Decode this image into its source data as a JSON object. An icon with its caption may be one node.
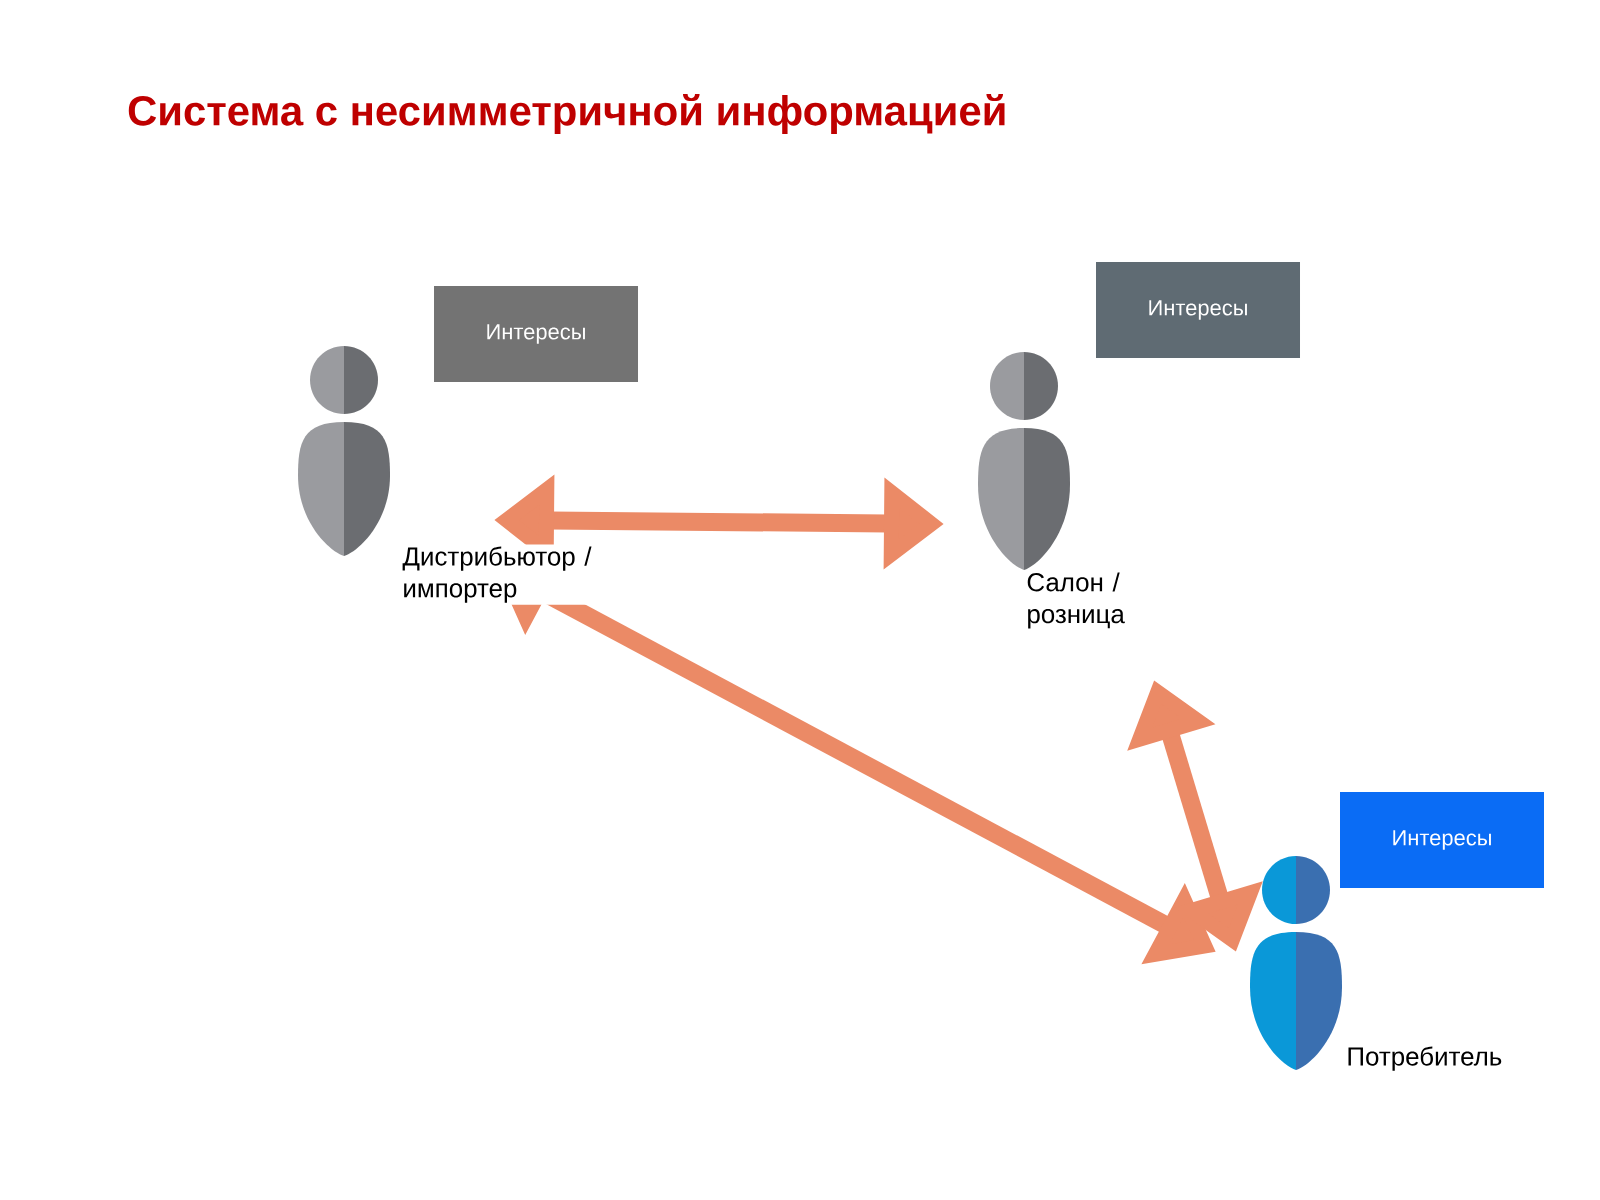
{
  "diagram": {
    "title": "Система с несимметричной информацией",
    "nodes": [
      {
        "text": [],
        "shape": "person",
        "beside": [
          "Дистрибьютор / импортер"
        ]
      },
      {
        "text": [
          "Интересы"
        ]
      },
      {
        "text": [],
        "shape": "person",
        "beside": [
          "Салон / розница"
        ]
      },
      {
        "text": [
          "Интересы"
        ]
      },
      {
        "text": [],
        "shape": "person",
        "beside": [
          "Потребитель"
        ]
      },
      {
        "text": [
          "Интересы"
        ]
      }
    ],
    "edges": [
      {
        "from": 0,
        "to": 2,
        "arrow": "both"
      },
      {
        "from": 0,
        "to": 4,
        "arrow": "both"
      },
      {
        "from": 4,
        "to": 2,
        "arrow": "both"
      }
    ]
  }
}
